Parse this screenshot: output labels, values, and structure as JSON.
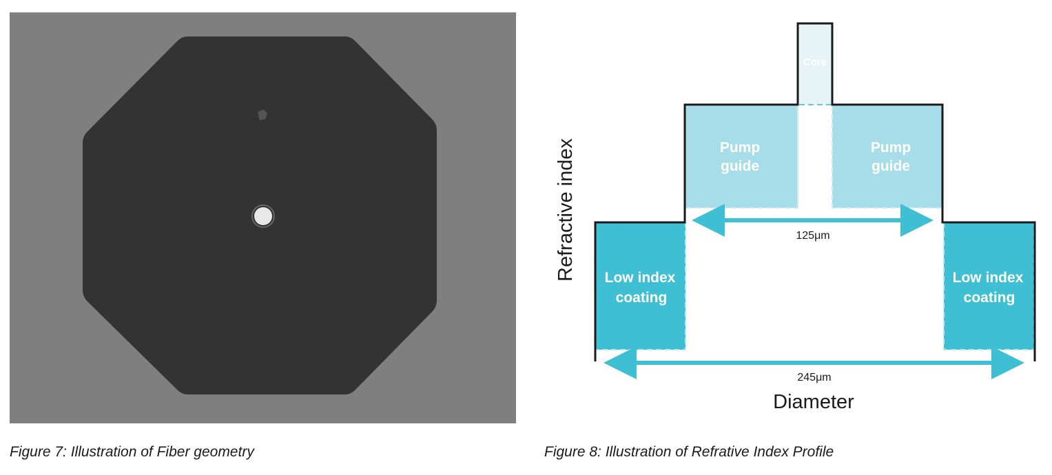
{
  "figure7": {
    "caption": "Figure 7: Illustration of Fiber geometry",
    "colors": {
      "background": "#7f7f7f",
      "cladding": "#333333",
      "core": "#e8e8e8"
    }
  },
  "figure8": {
    "caption": "Figure 8: Illustration of Refrative Index Profile",
    "y_axis_label": "Refractive index",
    "x_axis_label": "Diameter",
    "regions": {
      "core": "Core",
      "pump_guide_line1": "Pump",
      "pump_guide_line2": "guide",
      "coating_line1": "Low index",
      "coating_line2": "coating"
    },
    "dimensions": {
      "inner": "125μm",
      "outer": "245μm"
    },
    "colors": {
      "coating": "#3fbfd4",
      "pump_guide": "#a6dde8",
      "core": "#e6f4f8",
      "arrow": "#3fbfd4",
      "outline": "#1a1a1a"
    }
  }
}
